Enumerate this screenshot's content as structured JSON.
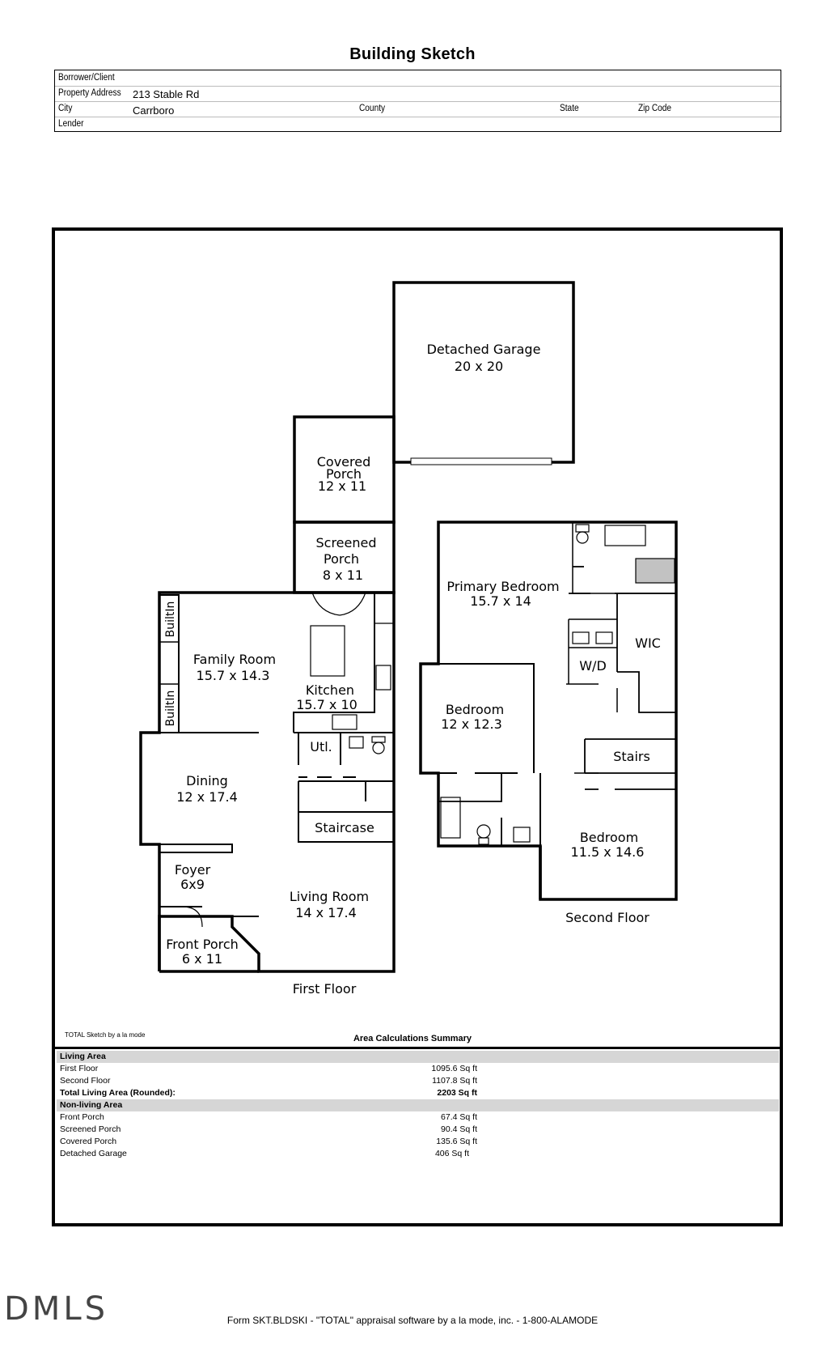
{
  "title": "Building Sketch",
  "header": {
    "borrower_label": "Borrower/Client",
    "address_label": "Property Address",
    "address_value": "213 Stable Rd",
    "city_label": "City",
    "city_value": "Carrboro",
    "county_label": "County",
    "state_label": "State",
    "zip_label": "Zip Code",
    "lender_label": "Lender"
  },
  "sketch": {
    "garage_name": "Detached Garage",
    "garage_dim": "20 x 20",
    "covered_porch_l1": "Covered",
    "covered_porch_l2": "Porch",
    "covered_porch_dim": "12 x 11",
    "screened_porch_l1": "Screened",
    "screened_porch_l2": "Porch",
    "screened_porch_dim": "8 x 11",
    "builtin_1": "BuiltIn",
    "builtin_2": "BuiltIn",
    "family_room": "Family Room",
    "family_room_dim": "15.7 x 14.3",
    "kitchen": "Kitchen",
    "kitchen_dim": "15.7 x 10",
    "utl": "Utl.",
    "dining": "Dining",
    "dining_dim": "12 x 17.4",
    "staircase": "Staircase",
    "foyer": "Foyer",
    "foyer_dim": "6x9",
    "living_room": "Living Room",
    "living_room_dim": "14 x 17.4",
    "front_porch": "Front Porch",
    "front_porch_dim": "6 x 11",
    "first_floor": "First Floor",
    "primary_bedroom": "Primary Bedroom",
    "primary_bedroom_dim": "15.7 x 14",
    "wic": "WIC",
    "wd": "W/D",
    "bedroom_1": "Bedroom",
    "bedroom_1_dim": "12 x 12.3",
    "stairs": "Stairs",
    "bedroom_2": "Bedroom",
    "bedroom_2_dim": "11.5 x 14.6",
    "second_floor": "Second Floor"
  },
  "credit": "TOTAL Sketch by a la mode",
  "summary": {
    "title": "Area Calculations Summary",
    "living_label": "Living Area",
    "living": [
      {
        "name": "First Floor",
        "value": "1095.6 Sq ft"
      },
      {
        "name": "Second Floor",
        "value": "1107.8 Sq ft"
      }
    ],
    "total_label": "Total Living Area (Rounded):",
    "total_value": "2203 Sq ft",
    "nonliving_label": "Non-living Area",
    "nonliving": [
      {
        "name": "Front Porch",
        "value": "67.4 Sq ft"
      },
      {
        "name": "Screened Porch",
        "value": "90.4 Sq ft"
      },
      {
        "name": "Covered Porch",
        "value": "135.6 Sq ft"
      },
      {
        "name": "Detached Garage",
        "value": "406 Sq ft"
      }
    ]
  },
  "logo": "DMLS",
  "footer": "Form SKT.BLDSKI - \"TOTAL\" appraisal software by a la mode, inc. - 1-800-ALAMODE"
}
